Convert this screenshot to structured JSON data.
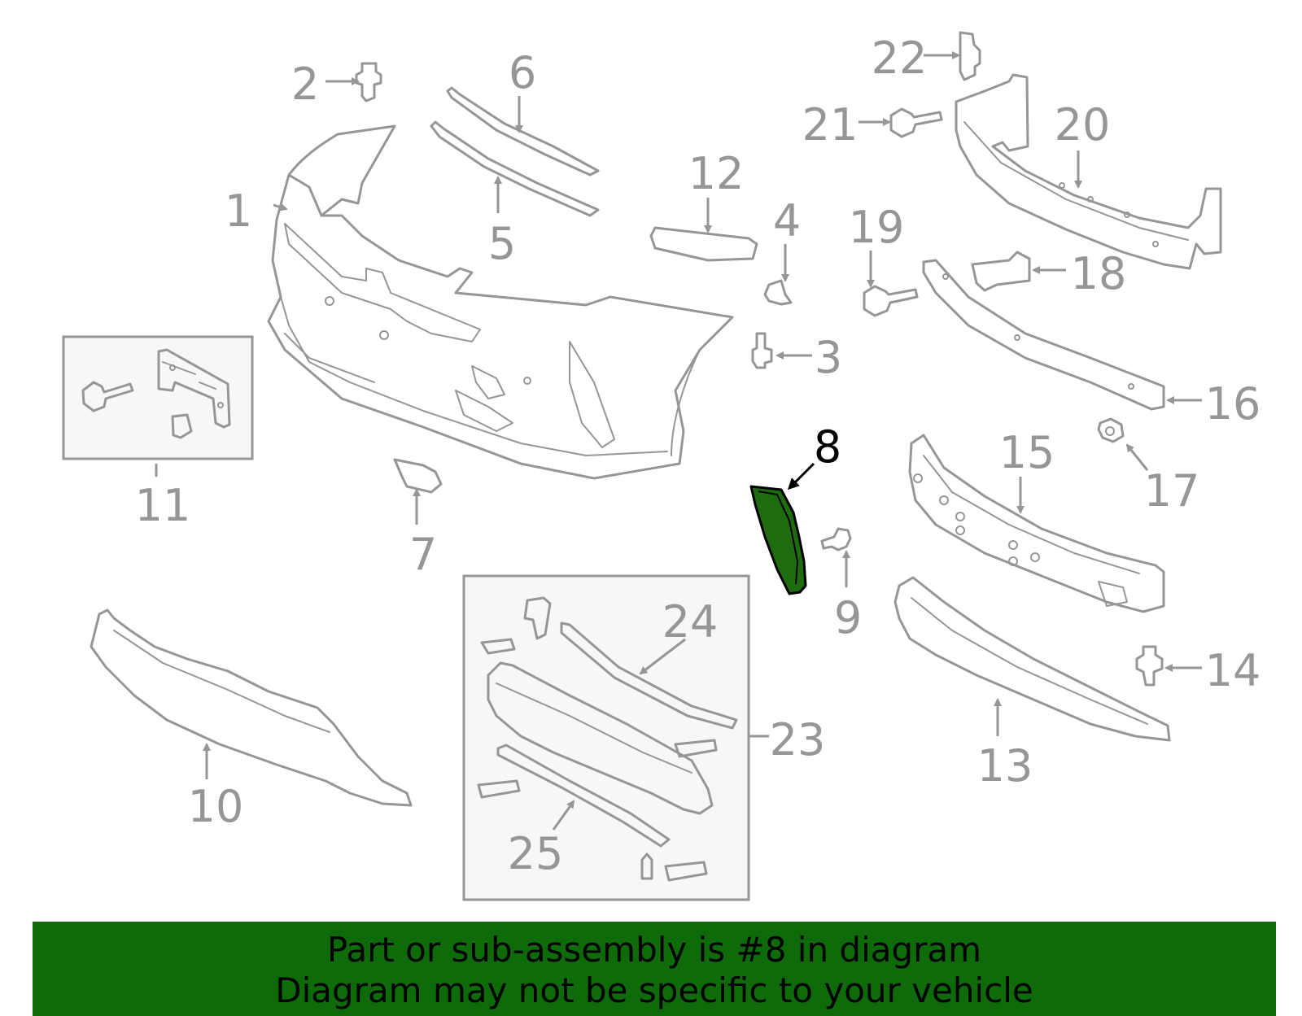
{
  "diagram": {
    "highlighted_part": "8",
    "accent_color": "#0f6a0a",
    "callouts": [
      "1",
      "2",
      "3",
      "4",
      "5",
      "6",
      "7",
      "8",
      "9",
      "10",
      "11",
      "12",
      "13",
      "14",
      "15",
      "16",
      "17",
      "18",
      "19",
      "20",
      "21",
      "22",
      "23",
      "24",
      "25"
    ]
  },
  "banner": {
    "line1": "Part or sub-assembly is #8 in diagram",
    "line2": "Diagram may not be specific to your vehicle"
  }
}
